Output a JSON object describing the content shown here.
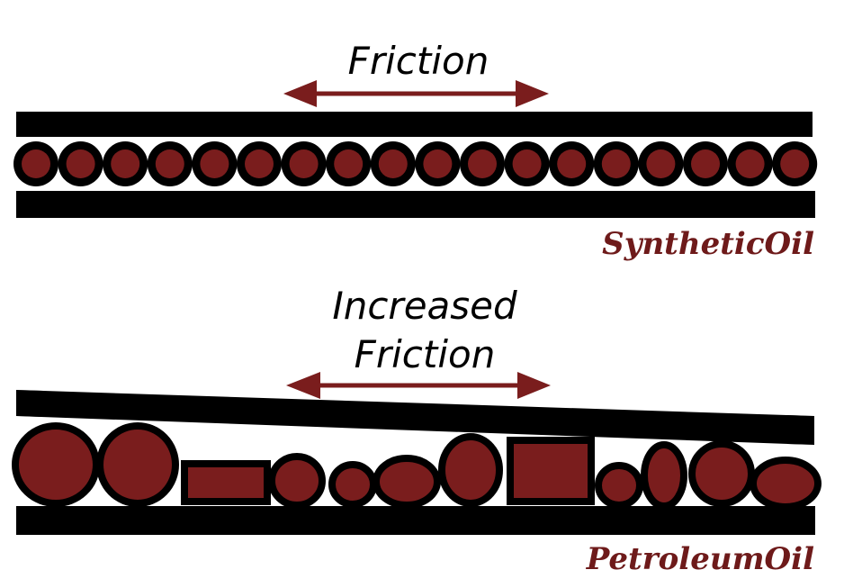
{
  "synthetic": {
    "friction_label": "Friction",
    "oil_label": "SyntheticOil"
  },
  "petroleum": {
    "friction_label_line1": "Increased",
    "friction_label_line2": "Friction",
    "oil_label": "PetroleumOil"
  },
  "colors": {
    "plate": "#000000",
    "molecule_fill": "#7a1d1d",
    "molecule_outline": "#000000",
    "arrow": "#7a1d1d",
    "oil_label": "#6e1a1a",
    "background": "#ffffff"
  }
}
